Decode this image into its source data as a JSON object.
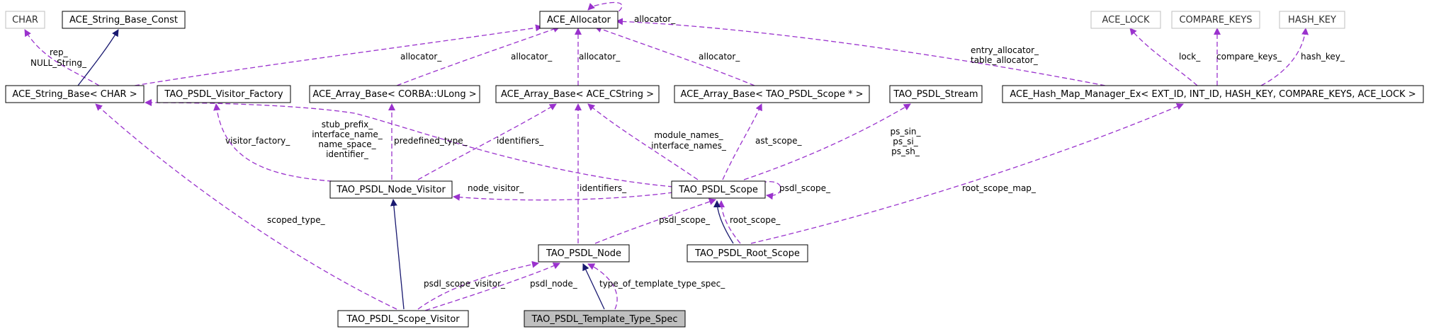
{
  "diagram": {
    "colors": {
      "inheritance_edge": "#191970",
      "usage_edge": "#9a32cd",
      "box_border": "#000000",
      "external_box_border": "#bfbfbf",
      "highlight_fill": "#bfbfbf",
      "background": "#ffffff"
    },
    "nodes": {
      "char": "CHAR",
      "ace_string_base_const": "ACE_String_Base_Const",
      "ace_allocator": "ACE_Allocator",
      "ace_lock": "ACE_LOCK",
      "compare_keys": "COMPARE_KEYS",
      "hash_key": "HASH_KEY",
      "ace_string_base_char": "ACE_String_Base< CHAR >",
      "tao_psdl_visitor_factory": "TAO_PSDL_Visitor_Factory",
      "ace_array_base_ulong": "ACE_Array_Base< CORBA::ULong >",
      "ace_array_base_cstring": "ACE_Array_Base< ACE_CString >",
      "ace_array_base_scope": "ACE_Array_Base< TAO_PSDL_Scope * >",
      "tao_psdl_stream": "TAO_PSDL_Stream",
      "ace_hash_map_manager_ex": "ACE_Hash_Map_Manager_Ex< EXT_ID, INT_ID, HASH_KEY, COMPARE_KEYS, ACE_LOCK >",
      "tao_psdl_node_visitor": "TAO_PSDL_Node_Visitor",
      "tao_psdl_scope": "TAO_PSDL_Scope",
      "tao_psdl_node": "TAO_PSDL_Node",
      "tao_psdl_root_scope": "TAO_PSDL_Root_Scope",
      "tao_psdl_scope_visitor": "TAO_PSDL_Scope_Visitor",
      "tao_psdl_template_type_spec": "TAO_PSDL_Template_Type_Spec"
    },
    "edge_labels": {
      "allocator_self": "allocator_",
      "rep": "rep_",
      "null_string": "NULL_String_",
      "allocator_string": "allocator_",
      "allocator_ulong": "allocator_",
      "allocator_cstring": "allocator_",
      "allocator_scope": "allocator_",
      "entry_allocator": "entry_allocator_",
      "table_allocator": "table_allocator_",
      "lock": "lock_",
      "compare_keys": "compare_keys_",
      "hash_key": "hash_key_",
      "stub_prefix": "stub_prefix_",
      "interface_name": "interface_name_",
      "name_space": "name_space_",
      "identifier": "identifier_",
      "visitor_factory": "visitor_factory_",
      "predefined_type": "predefined_type_",
      "identifiers_visitor": "identifiers_",
      "module_names": "module_names_",
      "interface_names": "interface_names_",
      "ast_scope": "ast_scope_",
      "ps_sin": "ps_sin_",
      "ps_si": "ps_si_",
      "ps_sh": "ps_sh_",
      "root_scope_map": "root_scope_map_",
      "node_visitor": "node_visitor_",
      "psdl_scope_self": "psdl_scope_",
      "identifiers_node": "identifiers_",
      "scoped_type": "scoped_type_",
      "psdl_scope_node": "psdl_scope_",
      "root_scope": "root_scope_",
      "psdl_scope_visitor": "psdl_scope_visitor_",
      "psdl_node": "psdl_node_",
      "type_of_template_type_spec": "type_of_template_type_spec_"
    }
  }
}
